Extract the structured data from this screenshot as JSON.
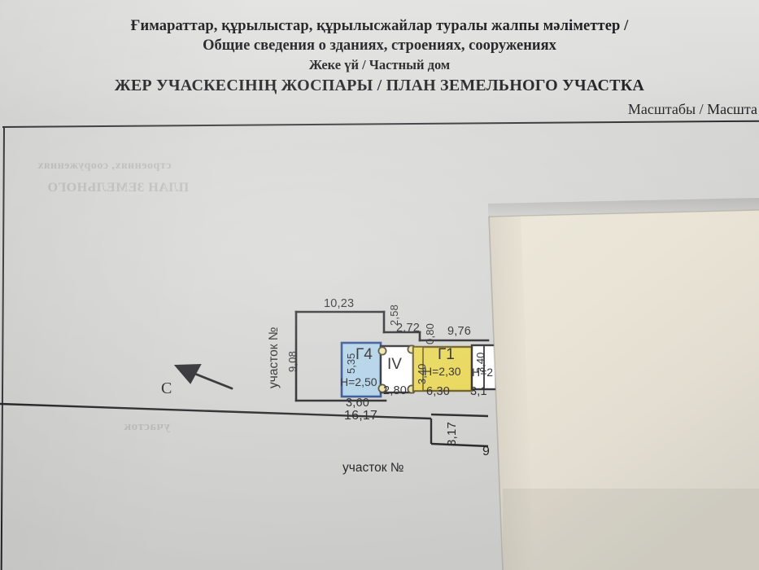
{
  "header": {
    "line1": "Ғимараттар, құрылыстар, құрылысжайлар туралы жалпы мәліметтер /",
    "line2": "Общие сведения о зданиях, строениях, сооружениях",
    "line3": "Жеке үй / Частный дом",
    "line4": "ЖЕР УЧАСКЕСІНІҢ ЖОСПАРЫ / ПЛАН ЗЕМЕЛЬНОГО УЧАСТКА",
    "scale_label": "Масштабы / Масшта"
  },
  "plan": {
    "compass_letter": "С",
    "plot_label_left": "участок №",
    "plot_label_bottom": "участок №",
    "ghost_text": {
      "line1": "строениях, сооружениях",
      "line2": "ПЛАН ЗЕМЕЛЬНОГО",
      "line3": "участок"
    },
    "dimensions": {
      "top_left": "10,23",
      "left_side": "9,08",
      "notch_v1": "2,58",
      "notch_h1": "2,72",
      "notch_v2": "0,80",
      "top_right": "9,76",
      "bottom_g4": "3,60",
      "bottom_iv": "2,80",
      "bottom_g1": "6,30",
      "bottom_right_cut": "3,1",
      "boundary_bottom": "16,17",
      "boundary_step": "3,17",
      "boundary_right_cut": "9"
    },
    "buildings": [
      {
        "id": "g4",
        "name": "Г4",
        "height_label": "H=2,50",
        "width_label": "5,35",
        "fill": "#a9cde5",
        "stroke": "#1b3f86"
      },
      {
        "id": "iv",
        "name": "IV",
        "height_label": "",
        "width_label": "",
        "fill": "#ffffff",
        "stroke": "#17171c"
      },
      {
        "id": "g1",
        "name": "Г1",
        "height_label": "H=2,30",
        "width_label": "3,40",
        "fill": "#e6d245",
        "stroke": "#5c4a0e"
      },
      {
        "id": "g1b",
        "name": "",
        "height_label": "H=2",
        "width_label": "3,40",
        "fill": "#ffffff",
        "stroke": "#17171c"
      }
    ]
  },
  "colors": {
    "paper": "#d6d6d4",
    "ink": "#16161a",
    "curl_paper": "#e9e4d6",
    "building_blue": "#a9cde5",
    "building_yellow": "#e6d245"
  }
}
